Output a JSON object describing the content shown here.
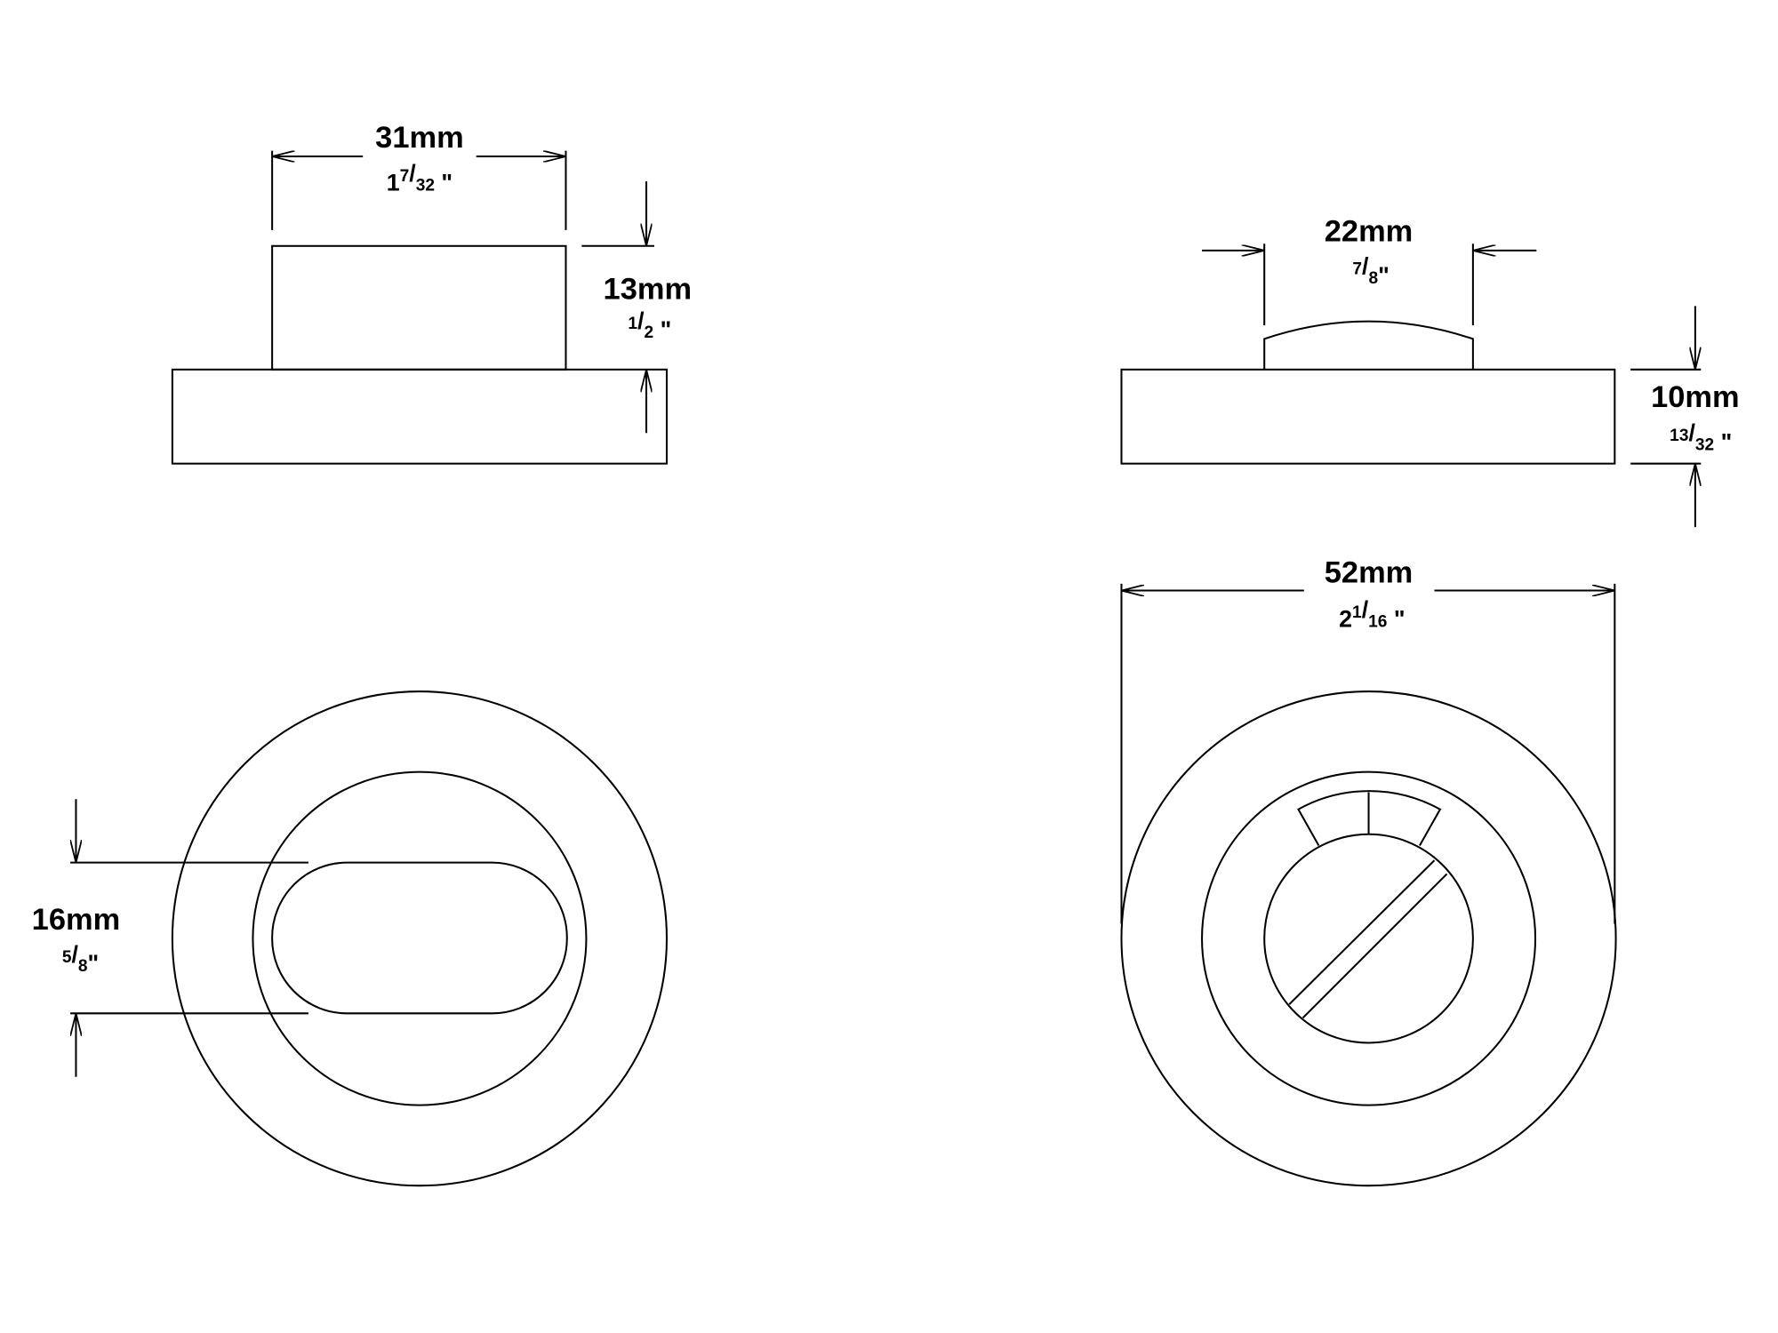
{
  "dimensions": {
    "top_width": {
      "metric": "31mm",
      "whole": "1",
      "num": "7",
      "den": "32",
      "inch": "\""
    },
    "top_height": {
      "metric": "13mm",
      "whole": "",
      "num": "1",
      "den": "2",
      "inch": "\""
    },
    "knob_width": {
      "metric": "22mm",
      "whole": "",
      "num": "7",
      "den": "8",
      "inch": "\""
    },
    "base_height": {
      "metric": "10mm",
      "whole": "",
      "num": "13",
      "den": "32",
      "inch": "\""
    },
    "diameter": {
      "metric": "52mm",
      "whole": "2",
      "num": "1",
      "den": "16",
      "inch": "\""
    },
    "slot_height": {
      "metric": "16mm",
      "whole": "",
      "num": "5",
      "den": "8",
      "inch": "\""
    }
  },
  "colors": {
    "line": "#000000",
    "background": "#ffffff"
  }
}
